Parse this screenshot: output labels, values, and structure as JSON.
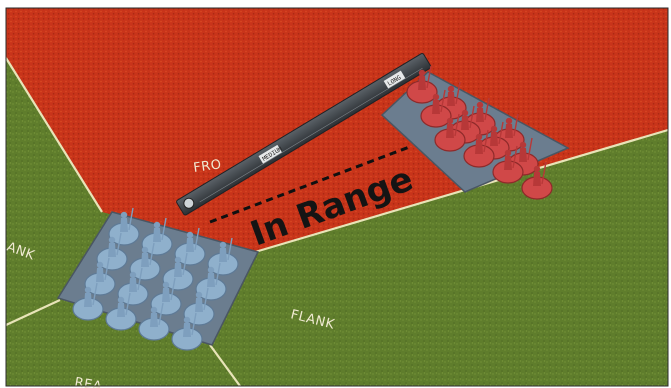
{
  "colors": {
    "front_zone": "#c8341a",
    "field": "#5f7d2c",
    "zone_lines": "#e8e4b8",
    "blue_unit": "#8fb0cc",
    "red_unit": "#d04848",
    "tray": "#6b7d8f",
    "ruler": "#3a3f44"
  },
  "zones": {
    "front_label": "FRO",
    "left_flank_label": "ANK",
    "right_flank_label": "FLANK",
    "rear_label": "REA"
  },
  "measurement": {
    "status_text": "In Range",
    "line_style": "dashed",
    "ruler_marks": [
      "MEDIUM",
      "LONG"
    ]
  },
  "units": [
    {
      "name": "blue-regiment",
      "color": "blue",
      "rows": 4,
      "cols": 4,
      "facing": "front"
    },
    {
      "name": "red-regiment",
      "color": "red",
      "rows": 3,
      "cols": 4,
      "facing": "front"
    }
  ]
}
